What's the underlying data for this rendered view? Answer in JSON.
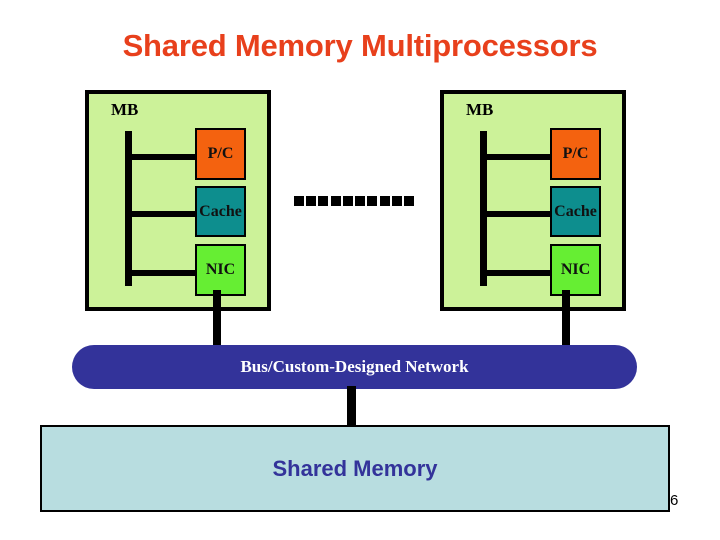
{
  "slide": {
    "title": "Shared Memory Multiprocessors",
    "page_number": "6",
    "title_color": "#E8401C",
    "background_color": "#ffffff"
  },
  "diagram": {
    "node_groups": [
      {
        "id": "node-left",
        "board_label": "MB",
        "board_color": "#CCF299",
        "components": [
          {
            "id": "pc",
            "label": "P/C",
            "color": "#F4620F"
          },
          {
            "id": "cache",
            "label": "Cache",
            "color": "#0D8E8E"
          },
          {
            "id": "nic",
            "label": "NIC",
            "color": "#66EE33"
          }
        ]
      },
      {
        "id": "node-right",
        "board_label": "MB",
        "board_color": "#CCF299",
        "components": [
          {
            "id": "pc",
            "label": "P/C",
            "color": "#F4620F"
          },
          {
            "id": "cache",
            "label": "Cache",
            "color": "#0D8E8E"
          },
          {
            "id": "nic",
            "label": "NIC",
            "color": "#66EE33"
          }
        ]
      }
    ],
    "ellipsis_dot_count": 10,
    "network": {
      "label": "Bus/Custom-Designed Network",
      "color": "#33339A",
      "text_color": "#FFFFFF"
    },
    "shared_memory": {
      "label": "Shared Memory",
      "color": "#B8DDE0",
      "text_color": "#33339A"
    }
  }
}
